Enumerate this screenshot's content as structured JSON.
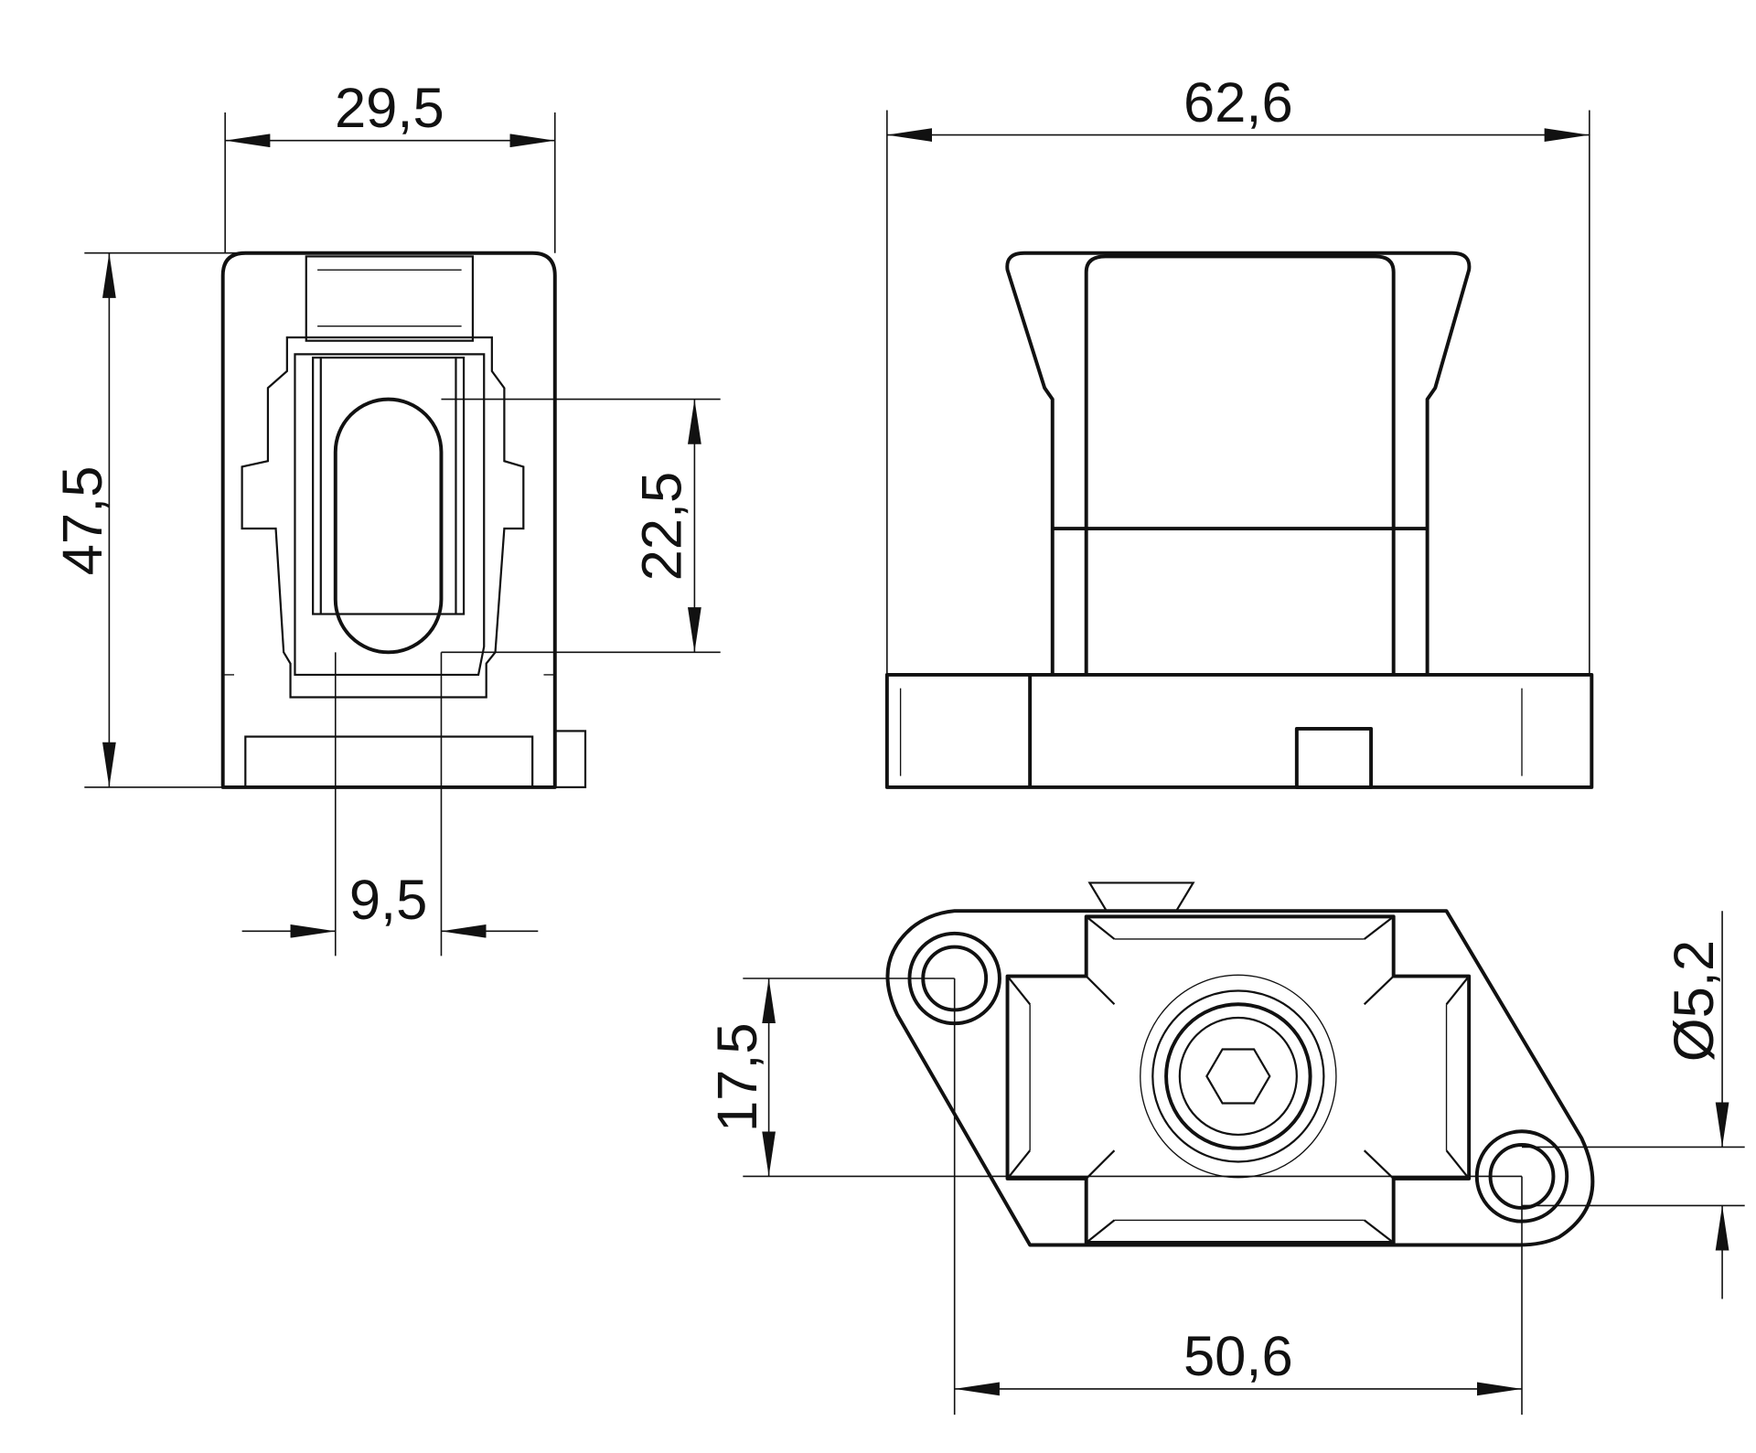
{
  "drawing": {
    "section_view": {
      "width_label": "29,5",
      "height_label": "47,5",
      "slot_height_label": "22,5",
      "slot_width_label": "9,5"
    },
    "front_view": {
      "width_label": "62,6"
    },
    "top_view": {
      "hole_spacing_x_label": "50,6",
      "hole_spacing_y_label": "17,5",
      "hole_diameter_label": "Ø5,2"
    },
    "colors": {
      "line": "#111111",
      "background": "#ffffff"
    }
  }
}
